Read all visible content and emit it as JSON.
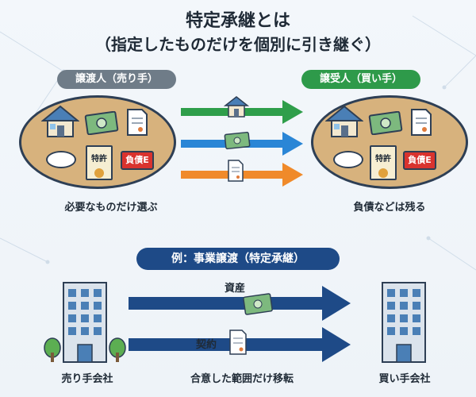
{
  "title": {
    "line1": "特定承継とは",
    "line2": "（指定したものだけを個別に引き継ぐ）"
  },
  "transferor": {
    "label": "譲渡人（売り手）",
    "caption": "必要なものだけ選ぶ"
  },
  "transferee": {
    "label": "譲受人（買い手）",
    "caption": "負債などは残る"
  },
  "items": {
    "debt_badge": "負債E",
    "patent_label": "特許"
  },
  "example": {
    "label": "例：事業譲渡（特定承継）",
    "seller": "売り手会社",
    "buyer": "買い手会社",
    "assets_label": "資産",
    "contract_label": "契約",
    "note": "合意した範囲だけ移転"
  },
  "colors": {
    "pill_gray": "#6f7c88",
    "pill_green": "#2e9a4a",
    "arrow_green": "#2f9e4a",
    "arrow_blue": "#2a86d6",
    "arrow_orange": "#f08a2a",
    "arrow_navy": "#1e4a87",
    "oval_fill": "#d7b27d"
  }
}
